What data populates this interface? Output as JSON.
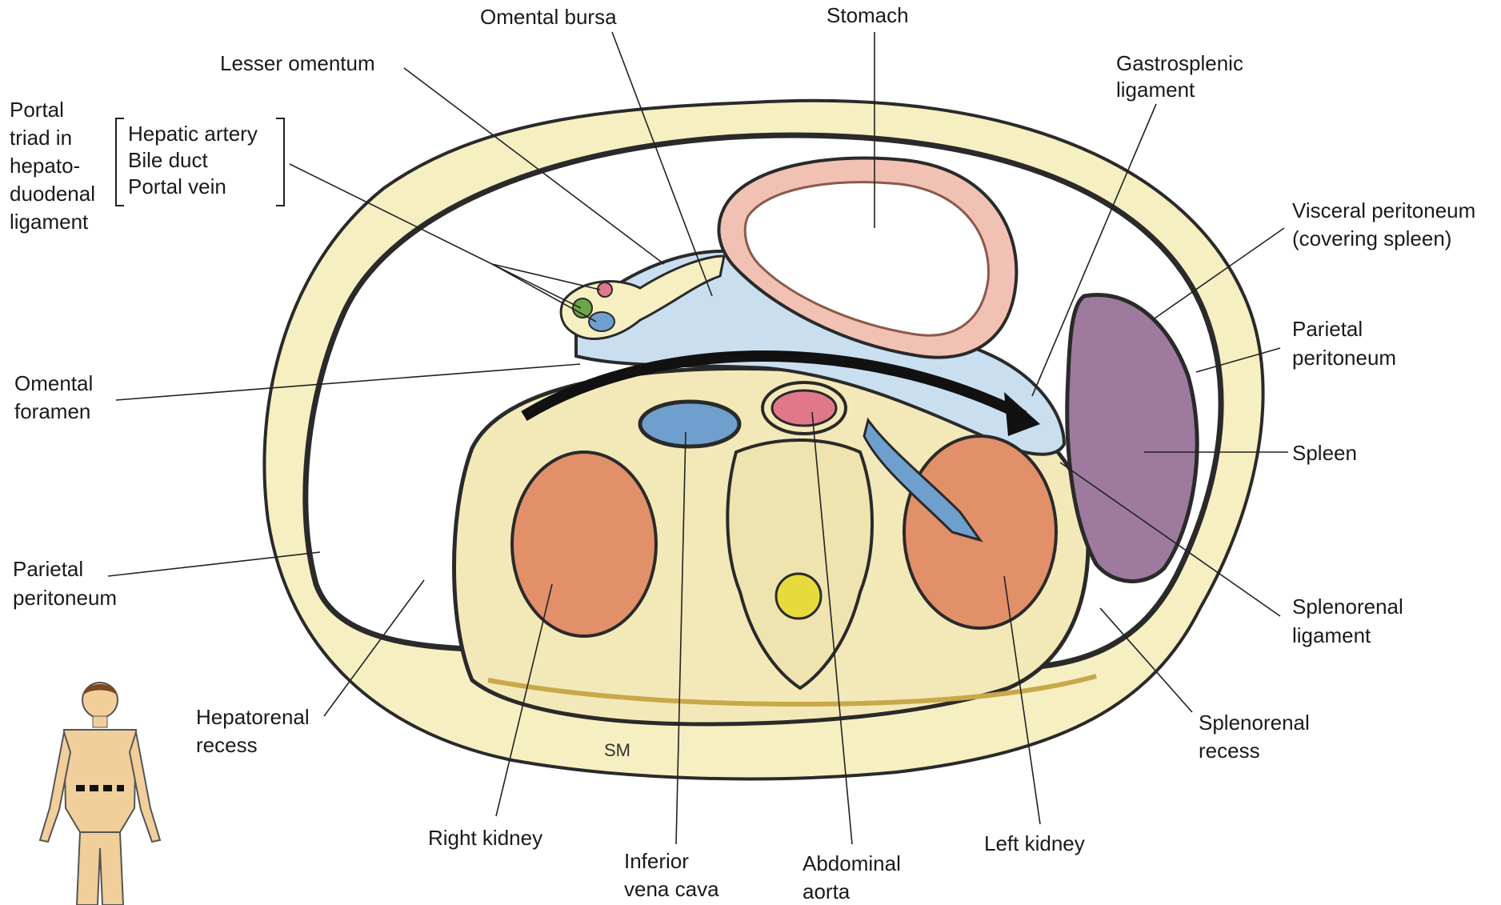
{
  "labels": {
    "omental_bursa": "Omental bursa",
    "stomach": "Stomach",
    "lesser_omentum": "Lesser omentum",
    "gastrosplenic": [
      "Gastrosplenic",
      "ligament"
    ],
    "portal_triad": [
      "Portal",
      "triad in",
      "hepato-",
      "duodenal",
      "ligament"
    ],
    "hepatic_artery": "Hepatic artery",
    "bile_duct": "Bile duct",
    "portal_vein": "Portal vein",
    "visceral_peritoneum": [
      "Visceral peritoneum",
      "(covering spleen)"
    ],
    "parietal_peritoneum_right": [
      "Parietal",
      "peritoneum"
    ],
    "omental_foramen": [
      "Omental",
      "foramen"
    ],
    "spleen": "Spleen",
    "parietal_peritoneum_left": [
      "Parietal",
      "peritoneum"
    ],
    "splenorenal_ligament": [
      "Splenorenal",
      "ligament"
    ],
    "hepatorenal_recess": [
      "Hepatorenal",
      "recess"
    ],
    "splenorenal_recess": [
      "Splenorenal",
      "recess"
    ],
    "right_kidney": "Right kidney",
    "inferior_vena_cava": [
      "Inferior",
      "vena cava"
    ],
    "abdominal_aorta": [
      "Abdominal",
      "aorta"
    ],
    "left_kidney": "Left kidney",
    "signature": "SM"
  },
  "colors": {
    "body_wall": "#f6efc2",
    "peritoneal_cavity": "#ffffff",
    "bursa": "#c9dff0",
    "kidney": "#e2906a",
    "spleen": "#9d7a9e",
    "aorta": "#e0788a",
    "ivc": "#6f9fcd",
    "vertebra": "#efe3b0",
    "spinal_cord": "#e6da3c",
    "stomach_wall": "#f1c2b4",
    "figure_skin": "#f1cf9a"
  }
}
